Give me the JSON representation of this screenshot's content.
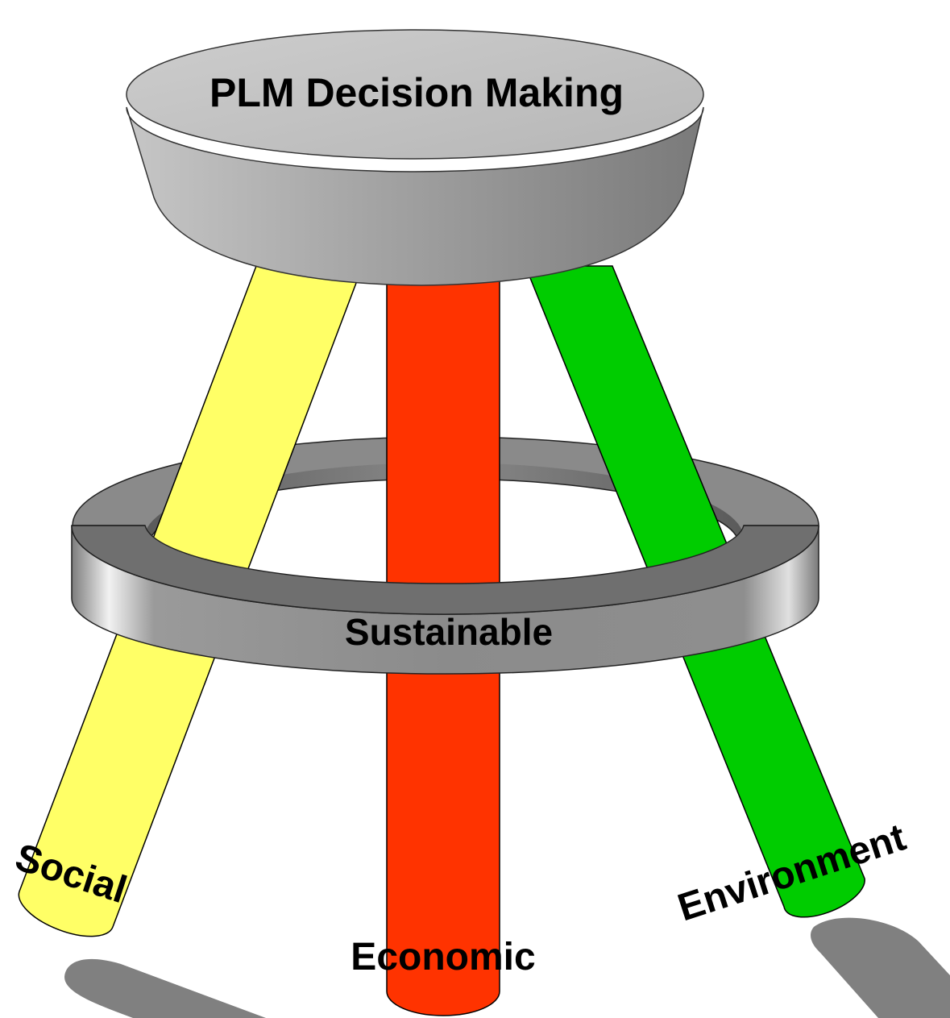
{
  "diagram": {
    "seat_label": "PLM Decision Making",
    "ring_label": "Sustainable",
    "legs": [
      {
        "id": "social",
        "label": "Social",
        "color": "#ffff66"
      },
      {
        "id": "economic",
        "label": "Economic",
        "color": "#ff3300"
      },
      {
        "id": "environment",
        "label": "Environment",
        "color": "#00cc00"
      }
    ],
    "colors": {
      "seat_top": "#c0c0c0",
      "seat_side": "#8c8c8c",
      "ring": "#8a8a8a",
      "shadow": "#808080"
    }
  }
}
